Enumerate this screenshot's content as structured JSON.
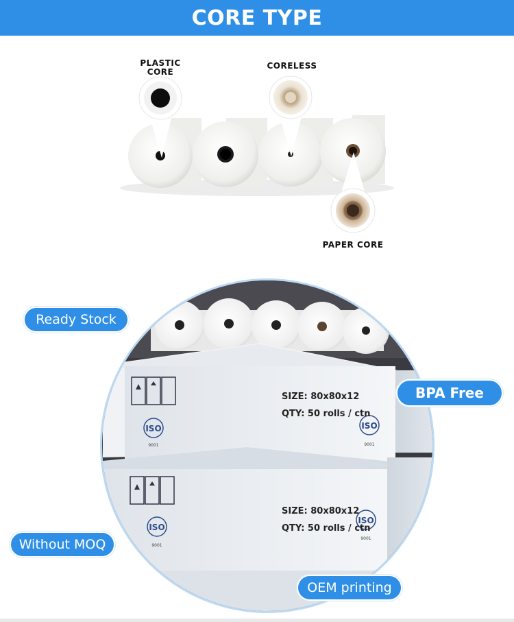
{
  "header": {
    "title": "CORE TYPE"
  },
  "core_types": {
    "plastic_core": "PLASTIC\nCORE",
    "coreless": "CORELESS",
    "paper_core": "PAPER CORE"
  },
  "product_photo": {
    "box_size_label": "SIZE:  80x80x12",
    "box_qty_label": "QTY: 50 rolls / ctn",
    "iso_mark": "ISO",
    "iso_number": "9001"
  },
  "badges": {
    "ready_stock": "Ready Stock",
    "bpa_free": "BPA Free",
    "without_moq": "Without MOQ",
    "oem_printing": "OEM printing"
  },
  "colors": {
    "accent": "#2f8fe6",
    "roll": "#f3f3f0",
    "box": "#e9edf2"
  }
}
